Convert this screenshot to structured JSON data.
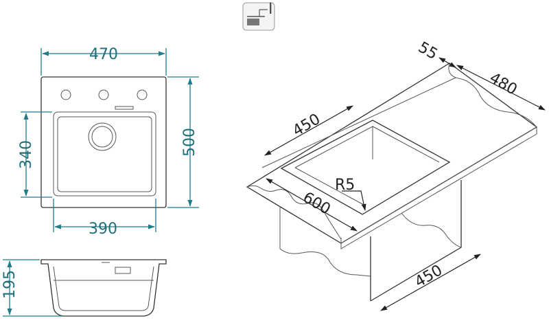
{
  "icon": {
    "name": "undermount-installation-icon",
    "label": "I"
  },
  "top_view": {
    "width_label": "470",
    "height_label": "500",
    "bowl_height_label": "340",
    "bowl_width_label": "390"
  },
  "section_view": {
    "depth_label": "195"
  },
  "iso_view": {
    "rim_label": "55",
    "depth_label": "480",
    "bowl_width_label": "450",
    "radius_label": "R5",
    "cabinet_width_label": "600",
    "cabinet_depth_label": "450"
  },
  "colors": {
    "dimension": "#1f7c8a",
    "outline": "#333333"
  }
}
